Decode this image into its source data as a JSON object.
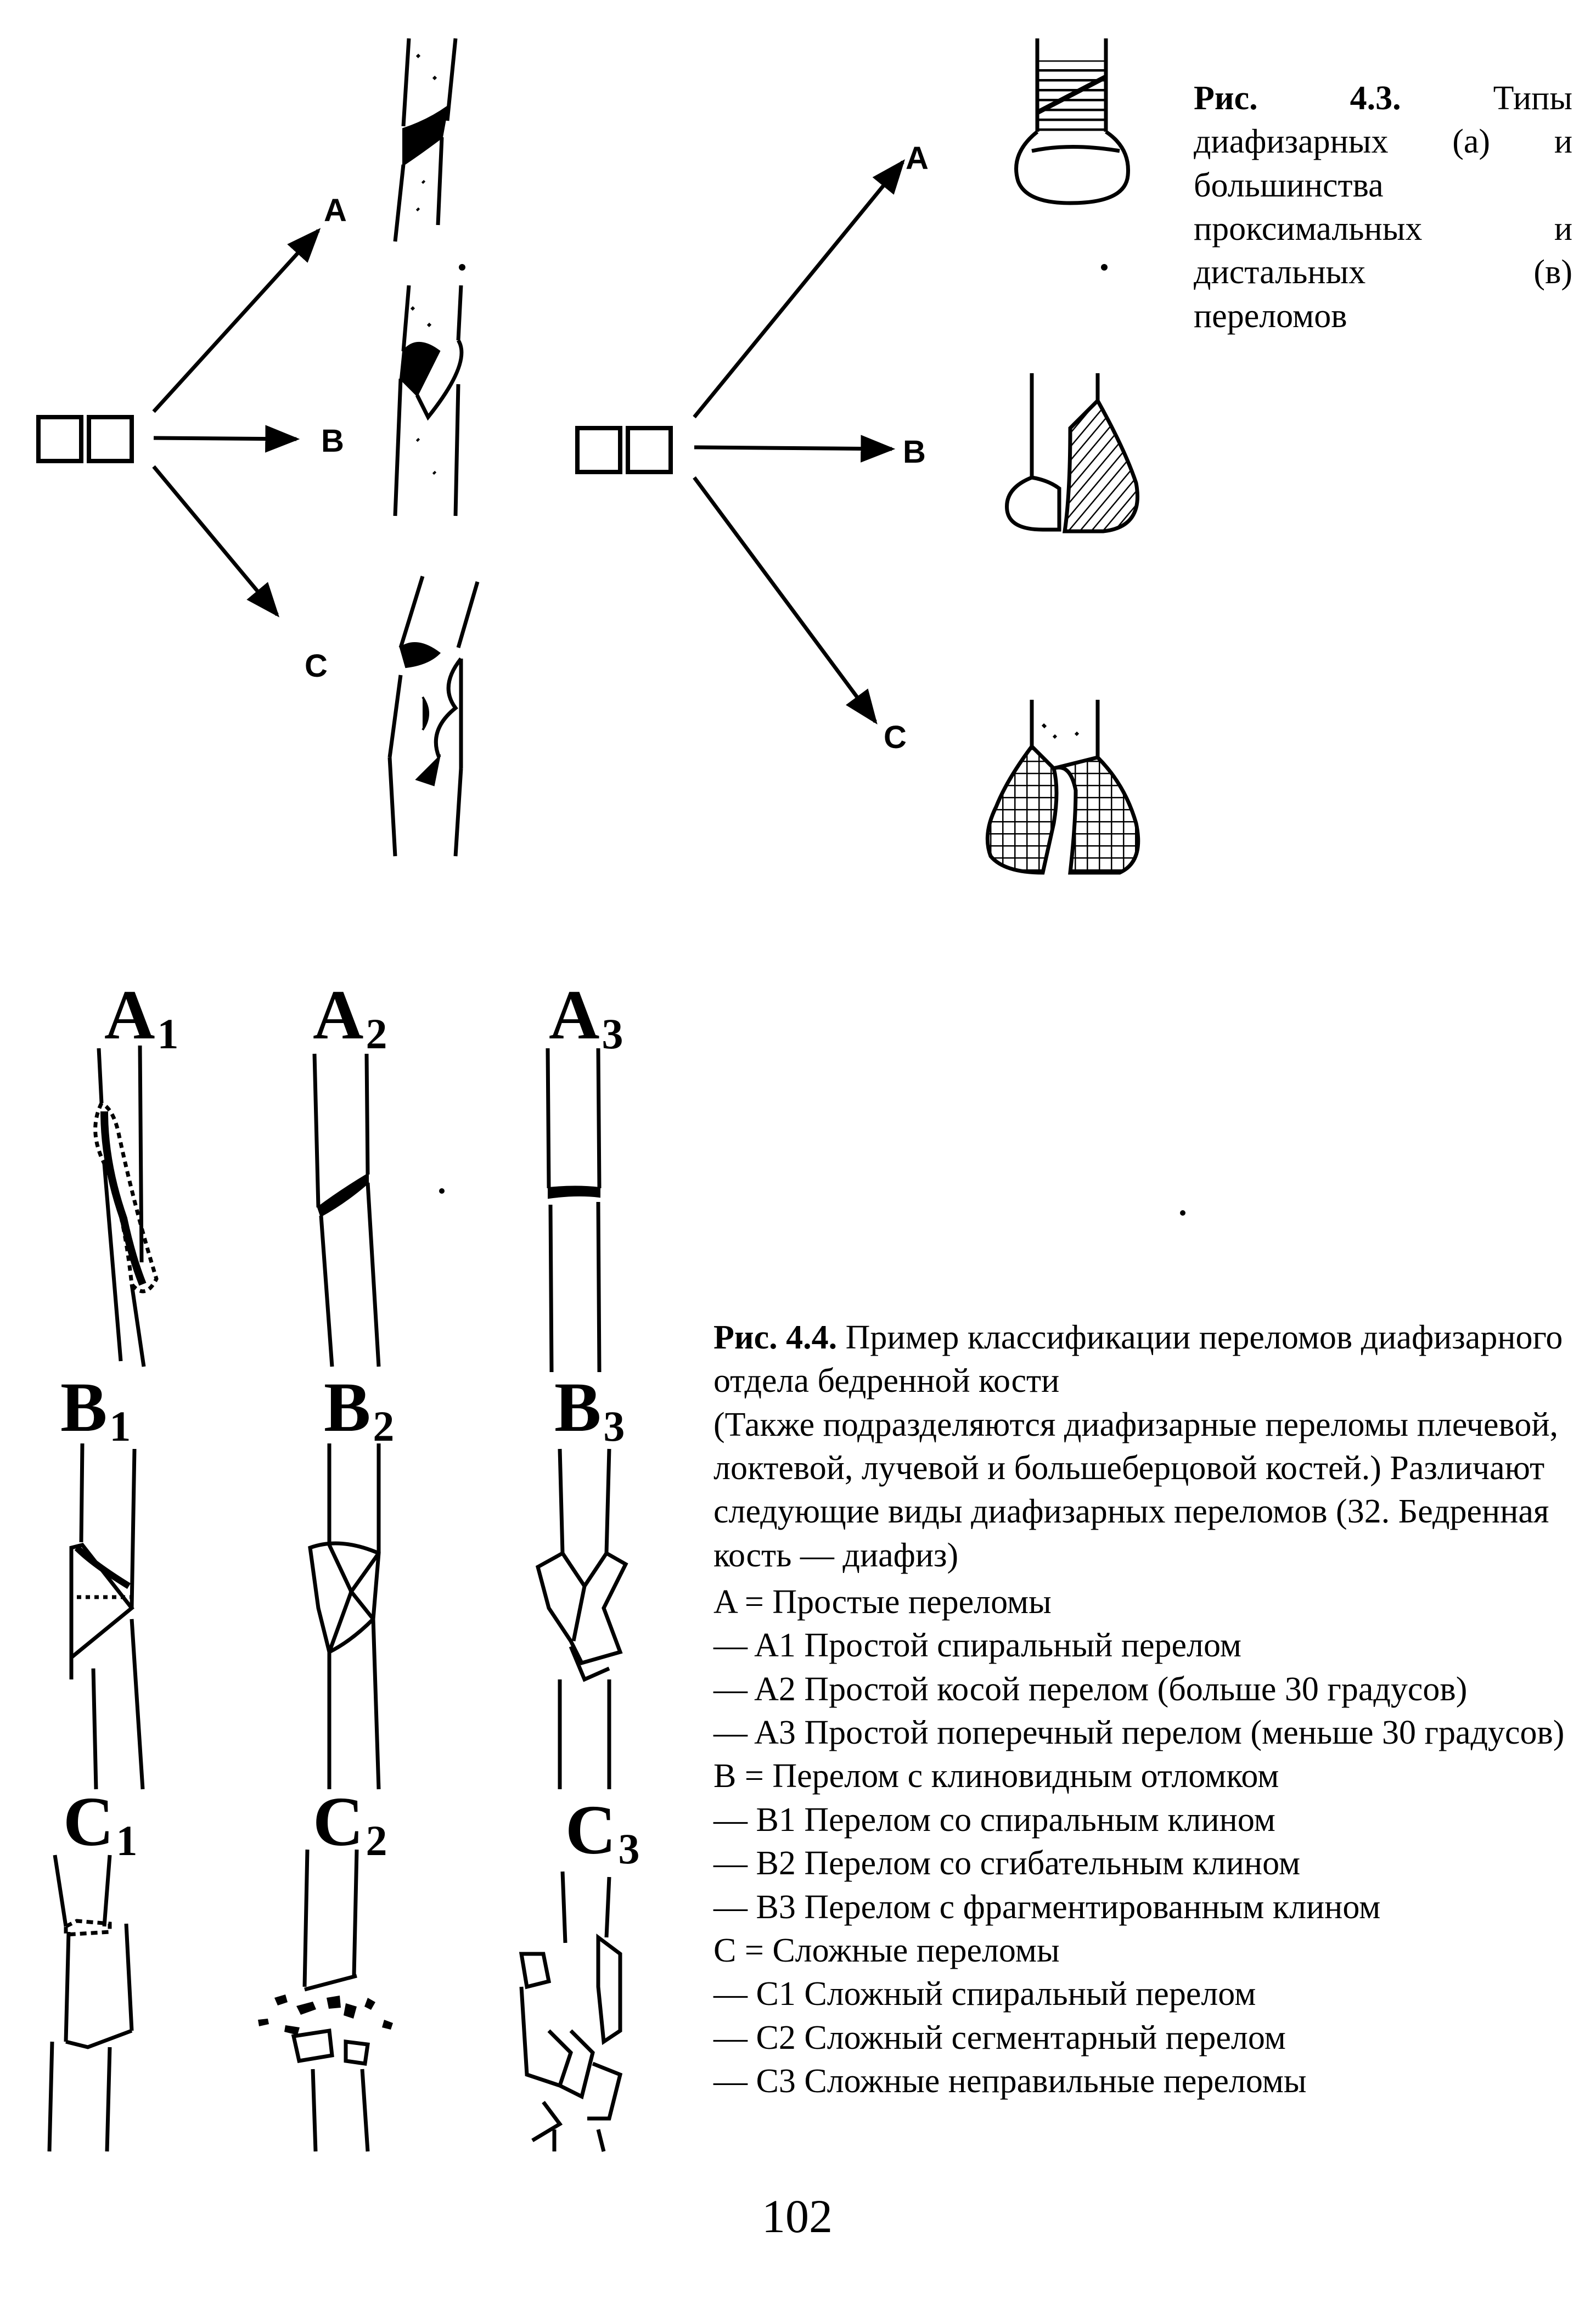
{
  "figure_4_3": {
    "left_diagram": {
      "labels": [
        "A",
        "B",
        "C"
      ]
    },
    "right_diagram": {
      "labels": [
        "A",
        "B",
        "C"
      ]
    },
    "caption_label": "Рис. 4.3.",
    "caption_text": "Типы диафизарных (а) и большинства проксимальных и дистальных (в) переломов"
  },
  "figure_4_4": {
    "grades": [
      {
        "letter": "A",
        "index": "1"
      },
      {
        "letter": "A",
        "index": "2"
      },
      {
        "letter": "A",
        "index": "3"
      },
      {
        "letter": "B",
        "index": "1"
      },
      {
        "letter": "B",
        "index": "2"
      },
      {
        "letter": "B",
        "index": "3"
      },
      {
        "letter": "C",
        "index": "1"
      },
      {
        "letter": "C",
        "index": "2"
      },
      {
        "letter": "C",
        "index": "3"
      }
    ],
    "caption_label": "Рис. 4.4.",
    "caption_title": "Пример классификации переломов диафизарного отдела бедренной кости",
    "caption_note": "(Также подразделяются диафизарные переломы плечевой, локтевой, лучевой и большеберцовой костей.) Различают следующие виды диафизарных переломов (32. Бедренная кость — диафиз)",
    "list": [
      "A = Простые переломы",
      "— A1 Простой спиральный перелом",
      "— A2 Простой косой перелом (больше 30 градусов)",
      "— A3 Простой поперечный перелом (меньше 30 градусов)",
      "B = Перелом с клиновидным отломком",
      "— B1 Перелом со спиральным клином",
      "— B2 Перелом со сгибательным клином",
      "— B3 Перелом с фрагментированным клином",
      "C = Сложные переломы",
      "— C1 Сложный спиральный перелом",
      "— C2 Сложный сегментарный перелом",
      "— C3 Сложные неправильные переломы"
    ]
  },
  "page_number": "102"
}
